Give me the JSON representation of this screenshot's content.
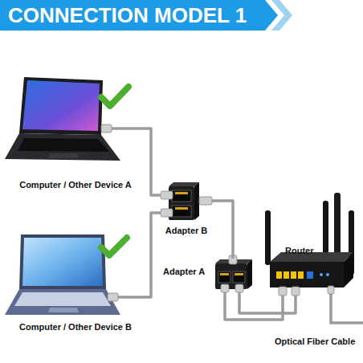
{
  "diagram": {
    "title": "CONNECTION MODEL 1",
    "nodes": [
      {
        "text": [
          "Computer / Other Device A"
        ]
      },
      {
        "text": [
          "Computer / Other Device B"
        ]
      },
      {
        "text": [
          "Adapter B"
        ]
      },
      {
        "text": [
          "Adapter A"
        ]
      },
      {
        "text": [
          "Router"
        ]
      }
    ],
    "edges": [
      {
        "from": 0,
        "to": 2,
        "arrow": "none"
      },
      {
        "from": 1,
        "to": 2,
        "arrow": "none"
      },
      {
        "from": 2,
        "to": 3,
        "arrow": "none"
      },
      {
        "from": 3,
        "to": 4,
        "arrow": "none"
      },
      {
        "from": 3,
        "to": 4,
        "arrow": "none"
      }
    ],
    "labels": [
      "Optical Fiber Cable"
    ]
  }
}
